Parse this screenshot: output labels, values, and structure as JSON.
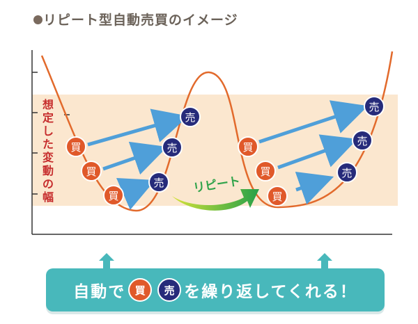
{
  "title": "●リピート型自動売買のイメージ",
  "range_label": [
    "想",
    "定",
    "し",
    "た",
    "変",
    "動",
    "の",
    "幅"
  ],
  "buy_label": "買",
  "sell_label": "売",
  "repeat_label": "リピート",
  "banner": {
    "prefix": "自動で",
    "buy": "買",
    "sell": "売",
    "suffix": "を繰り返してくれる！"
  },
  "colors": {
    "range_band": "#fbe7cf",
    "curve": "#e26a2c",
    "buy": "#e0592a",
    "sell": "#262b7a",
    "arrow": "#4f9fd9",
    "banner": "#48b8bb",
    "repeat_arrow_start": "#c8dd3a",
    "repeat_arrow_end": "#2fa34a",
    "label_red": "#c62d2d"
  }
}
